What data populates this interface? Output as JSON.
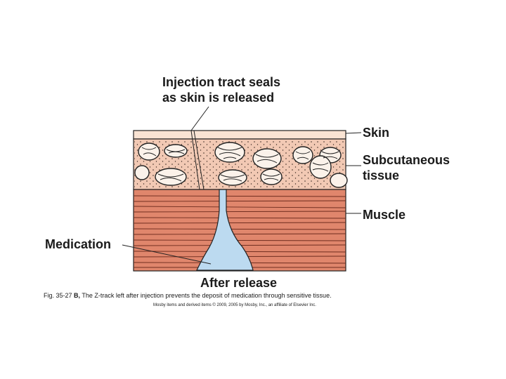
{
  "labels": {
    "injection_line1": "Injection tract seals",
    "injection_line2": "as skin is released",
    "skin": "Skin",
    "subcutaneous_line1": "Subcutaneous",
    "subcutaneous_line2": "tissue",
    "muscle": "Muscle",
    "medication": "Medication",
    "after_release": "After release"
  },
  "caption": {
    "figure_number": "Fig. 35-27",
    "panel": "B,",
    "text": "The Z-track left after injection prevents the deposit of medication through sensitive tissue.",
    "credit": "Mosby items and derived items © 2009, 2005 by Mosby, Inc., an affiliate of Elsevier Inc."
  },
  "colors": {
    "skin": "#f9e3d3",
    "subcutaneous": "#f2c9b4",
    "muscle": "#e0866c",
    "medication": "#bcdaf0",
    "outline": "#222222"
  }
}
